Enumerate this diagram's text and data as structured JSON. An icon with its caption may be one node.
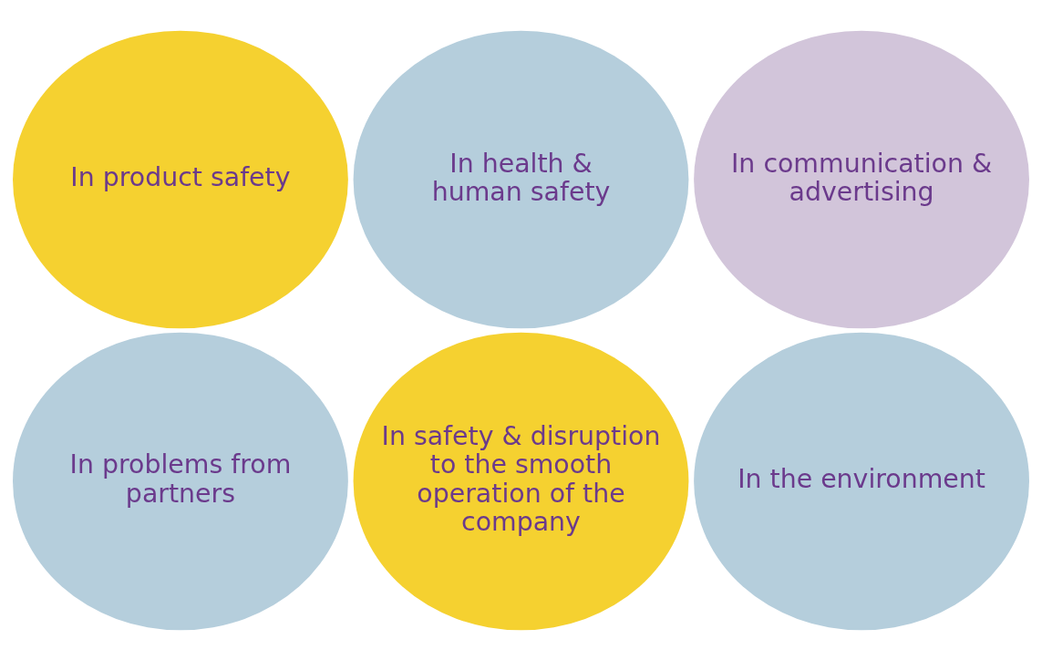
{
  "diagram": {
    "nodes": [
      {
        "text": [
          "In product safety"
        ]
      },
      {
        "text": [
          "In health & human safety"
        ]
      },
      {
        "text": [
          "In communication & advertising"
        ]
      },
      {
        "text": [
          "In problems from partners"
        ]
      },
      {
        "text": [
          "In safety & disruption to the smooth operation of the company"
        ]
      },
      {
        "text": [
          "In the environment"
        ]
      }
    ],
    "edges": []
  }
}
